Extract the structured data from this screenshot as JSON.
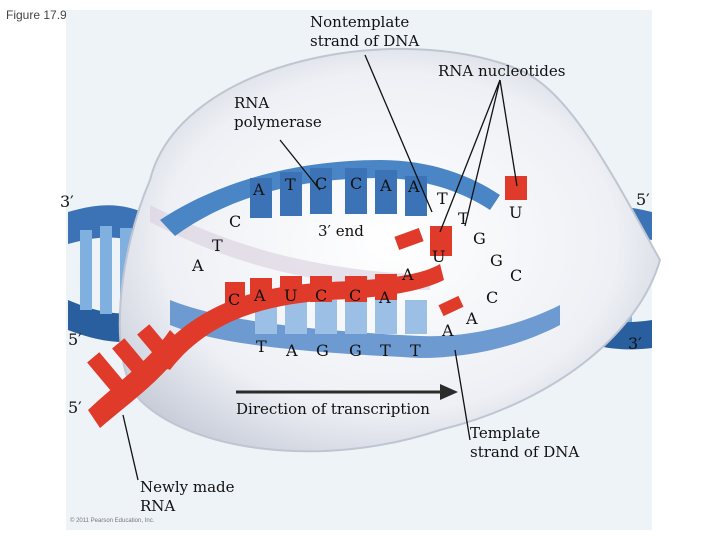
{
  "figure_label": "Figure 17.9",
  "labels": {
    "nontemplate": [
      "Nontemplate",
      "strand of DNA"
    ],
    "rna_nucleotides": "RNA nucleotides",
    "rna_polymerase": [
      "RNA",
      "polymerase"
    ],
    "three_prime_end": "3′ end",
    "direction": "Direction of transcription",
    "template": [
      "Template",
      "strand of DNA"
    ],
    "newly_made": [
      "Newly made",
      "RNA"
    ]
  },
  "ends": {
    "left_top_3": "3′",
    "right_top_5": "5′",
    "left_mid_5": "5′",
    "right_mid_3": "3′",
    "left_low_5": "5′"
  },
  "bases": {
    "top_strand": [
      "A",
      "T",
      "C",
      "C",
      "A",
      "A",
      "T",
      "T"
    ],
    "top_left": [
      "C",
      "T",
      "A"
    ],
    "rna": [
      "C",
      "A",
      "U",
      "C",
      "C",
      "A",
      "A",
      "U"
    ],
    "template": [
      "T",
      "A",
      "G",
      "G",
      "T",
      "T",
      "A",
      "A",
      "C",
      "G",
      "C",
      "G"
    ],
    "free_nucleotides": [
      "U"
    ]
  },
  "copyright": "© 2011 Pearson Education, Inc.",
  "colors": {
    "nontemplate": "#4a86c6",
    "template": "#6d9bd1",
    "rna": "#e03a2a",
    "polymerase": "#d9dde6",
    "dna_dark": "#1f5fa8"
  }
}
